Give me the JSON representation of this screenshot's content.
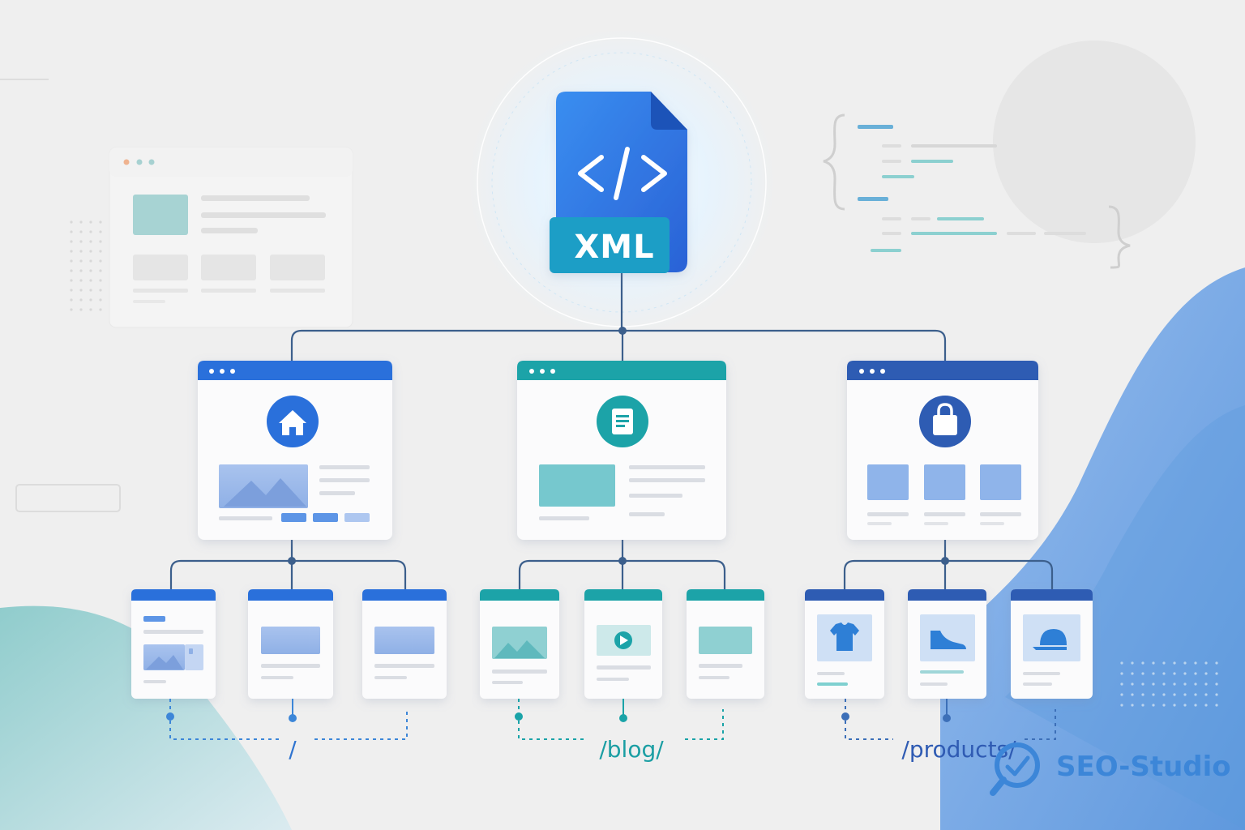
{
  "root": {
    "label": "XML",
    "icon": "code-brackets-icon"
  },
  "sections": [
    {
      "name": "home",
      "path": "/",
      "icon": "home-icon",
      "accent": "#2a6fdb",
      "children": [
        "gallery-page",
        "media-page",
        "content-page"
      ]
    },
    {
      "name": "blog",
      "path": "/blog/",
      "icon": "document-icon",
      "accent": "#1aa3a8",
      "children": [
        "image-post",
        "video-post",
        "text-post"
      ]
    },
    {
      "name": "products",
      "path": "/products/",
      "icon": "shopping-bag-icon",
      "accent": "#2f5bb3",
      "children": [
        "tshirt-icon",
        "shoe-icon",
        "cap-icon"
      ]
    }
  ],
  "brand": {
    "name": "SEO-Studio",
    "icon": "magnifier-logo-icon",
    "color": "#3c86d8"
  },
  "colors": {
    "blue": "#2a6fdb",
    "teal": "#1aa3a8",
    "navy": "#2f5bb3",
    "line": "#3c5f8c"
  }
}
